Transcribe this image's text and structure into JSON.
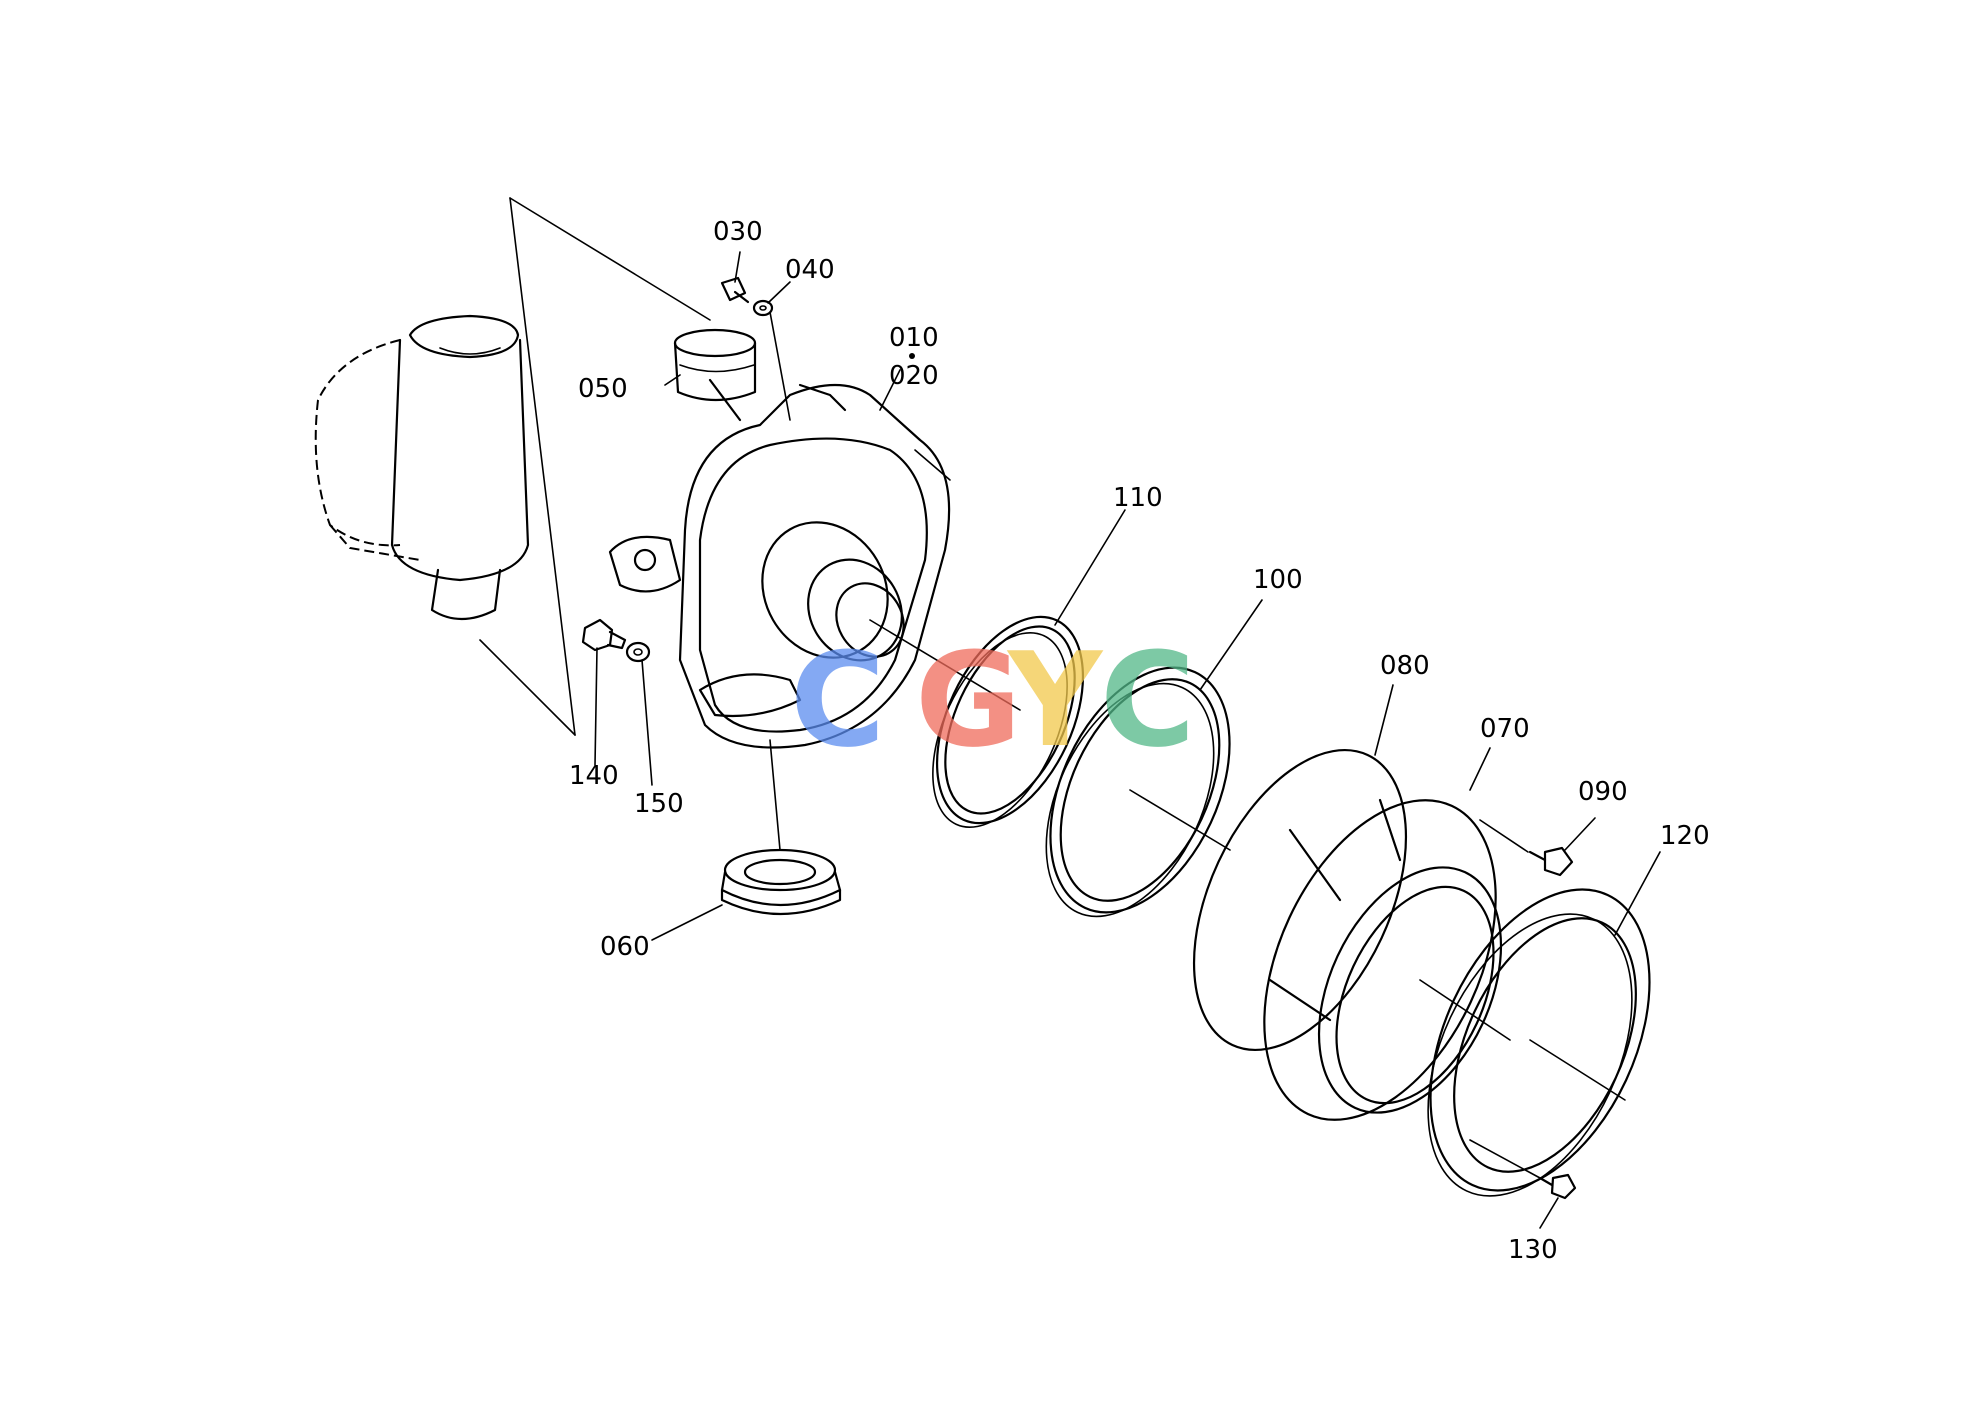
{
  "diagram": {
    "labels": {
      "p010": "010",
      "p020": "020",
      "p030": "030",
      "p040": "040",
      "p050": "050",
      "p060": "060",
      "p070": "070",
      "p080": "080",
      "p090": "090",
      "p100": "100",
      "p110": "110",
      "p120": "120",
      "p130": "130",
      "p140": "140",
      "p150": "150"
    },
    "watermark": {
      "letters": [
        "C",
        "G",
        "Y",
        "C"
      ],
      "colors": [
        "#5b8def",
        "#ef6b5b",
        "#f2c94c",
        "#52b788"
      ]
    }
  }
}
